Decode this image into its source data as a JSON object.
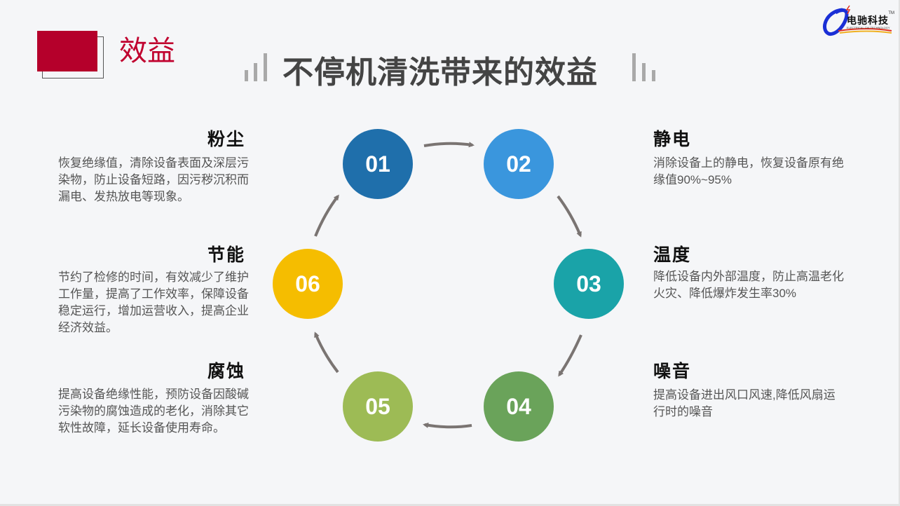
{
  "section": {
    "title": "效益"
  },
  "header": {
    "title": "不停机清洗带来的效益"
  },
  "logo": {
    "text": "电驰科技",
    "subtext": "ELECTRICAL CHI TECHNOLOGY",
    "tm": "TM"
  },
  "colors": {
    "accent": "#b5002b",
    "c01": "#1f6fab",
    "c02": "#3a96dd",
    "c03": "#1aa3a8",
    "c04": "#6aa35a",
    "c05": "#9dbb55",
    "c06": "#f5bd00",
    "arrow": "#7a7472"
  },
  "cycle": [
    {
      "num": "01",
      "title": "粉尘",
      "body": "恢复绝缘值，清除设备表面及深层污染物，防止设备短路，因污秽沉积而漏电、发热放电等现象。"
    },
    {
      "num": "02",
      "title": "静电",
      "body": "消除设备上的静电，恢复设备原有绝缘值90%~95%"
    },
    {
      "num": "03",
      "title": "温度",
      "body": "降低设备内外部温度，防止高温老化火灾、降低爆炸发生率30%"
    },
    {
      "num": "04",
      "title": "噪音",
      "body": "提高设备进出风口风速,降低风扇运行时的噪音"
    },
    {
      "num": "05",
      "title": "腐蚀",
      "body": "提高设备绝缘性能，预防设备因酸碱污染物的腐蚀造成的老化，消除其它软性故障，延长设备使用寿命。"
    },
    {
      "num": "06",
      "title": "节能",
      "body": "节约了检修的时间，有效减少了维护工作量，提高了工作效率，保障设备稳定运行，增加运营收入，提高企业经济效益。"
    }
  ]
}
